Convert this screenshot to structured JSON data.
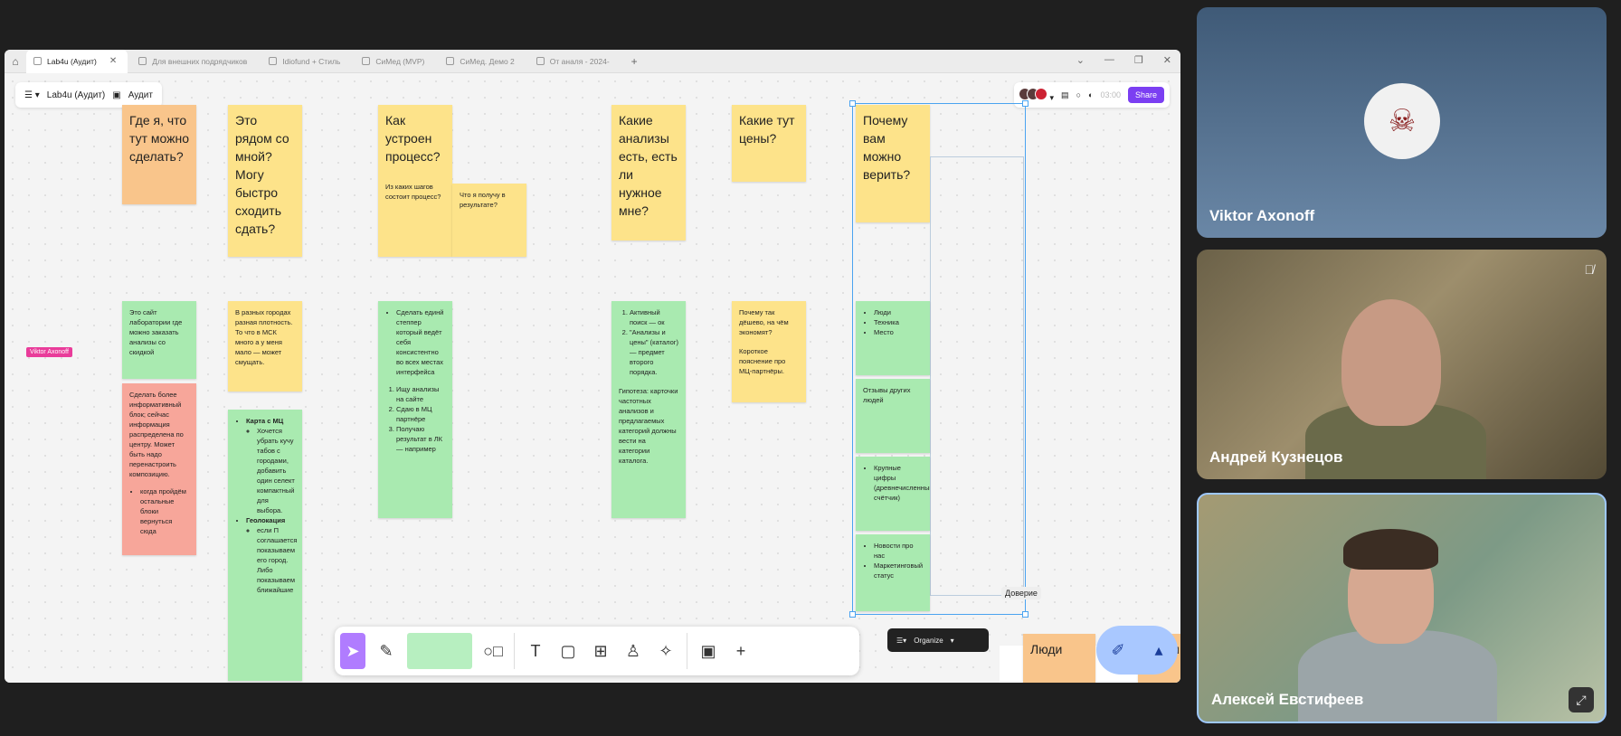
{
  "tabs": [
    {
      "label": "Lab4u (Аудит)",
      "active": true
    },
    {
      "label": "Для внешних подрядчиков",
      "active": false
    },
    {
      "label": "Idiofund + Стиль",
      "active": false
    },
    {
      "label": "СиМед (MVP)",
      "active": false
    },
    {
      "label": "СиМед. Демо 2",
      "active": false
    },
    {
      "label": "От аналя - 2024-",
      "active": false
    }
  ],
  "toolbar_top": {
    "file": "Lab4u (Аудит)",
    "page": "Аудит",
    "timer": "03:00",
    "share": "Share"
  },
  "stickies": {
    "q1": "Где я, что тут можно сделать?",
    "q2": "Это рядом со мной? Могу быстро сходить сдать?",
    "q3": "Как устроен процесс?",
    "q3a": "Из каких шагов состоит процесс?",
    "q3b": "Что я получу в результате?",
    "q4": "Какие анализы есть, есть ли нужное мне?",
    "q5": "Какие тут цены?",
    "q6": "Почему вам можно верить?",
    "a1": "Это сайт лаборатории где можно заказать анализы со скидкой",
    "a1r": "Сделать более информативный блок; сейчас информация распределена по центру. Может быть надо перенастроить композицию.",
    "a1r_item": "когда пройдём остальные блоки вернуться сюда",
    "a2": "В разных городах разная плотность. То что в МСК много а у меня мало — может смущать.",
    "a2g_title": "Карта с МЦ",
    "a2g_1": "Хочется убрать кучу табов с городами, добавить один селект компактный для выбора.",
    "a2g_title2": "Геолокация",
    "a2g_2": "если П соглашается показываем его город. Либо показываем ближайшие",
    "a3_1": "Сделать единй степпер который ведёт себя консистентно во всех местах интерфейса",
    "a3_list": [
      "Ищу анализы на сайте",
      "Сдаю в МЦ партнёре",
      "Получаю результат в ЛК — например"
    ],
    "a4_list": [
      "Активный поиск — ок",
      "\"Анализы и цены\" (каталог) — предмет второго порядка."
    ],
    "a4_hyp": "Гипотеза: карточки частотных анализов и предлагаемых категорий должны вести на категории каталога.",
    "a5": "Почему так дёшево, на чём экономят?",
    "a5b": "Короткое пояснение про МЦ-партнёры.",
    "a6_list": [
      "Люди",
      "Техника",
      "Место"
    ],
    "a6b": "Отзывы других людей",
    "a6c_list": [
      "Крупные цифры (древнечисленный счётчик)"
    ],
    "a6d_list": [
      "Новости про нас",
      "Маркетинговый статус"
    ]
  },
  "labels": {
    "trust_frame": "Доверие",
    "people": "Люди",
    "tech": "Техни",
    "cursor": "Viktor Axonoff",
    "organize": "Organize"
  },
  "participants": [
    {
      "name": "Viktor Axonoff"
    },
    {
      "name": "Андрей Кузнецов"
    },
    {
      "name": "Алексей Евстифеев"
    }
  ]
}
